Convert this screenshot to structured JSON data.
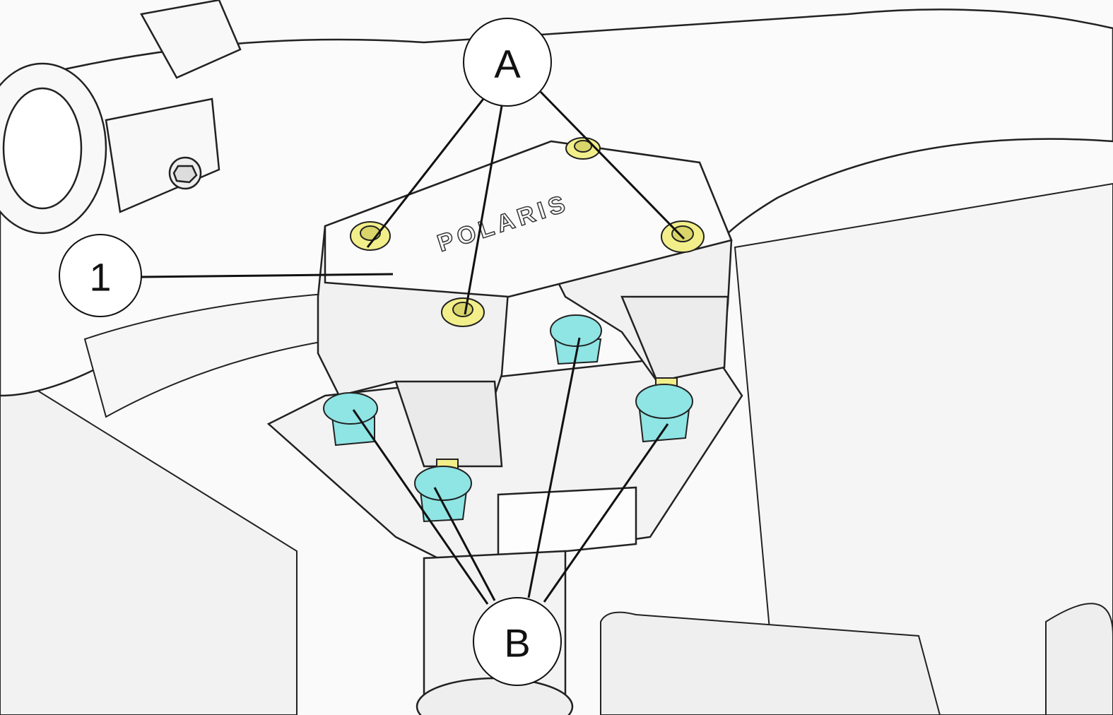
{
  "diagram": {
    "callouts": {
      "a": {
        "label": "A",
        "part": "clamp-bolts"
      },
      "b": {
        "label": "B",
        "part": "bolt-bushings"
      },
      "one": {
        "label": "1",
        "part": "handlebar-clamp"
      }
    },
    "logo": "POLARIS",
    "colors": {
      "bolt": "#f2ef8a",
      "washer": "#8fe4e4",
      "line": "#111111",
      "part_fill": "#f4f4f4"
    }
  }
}
